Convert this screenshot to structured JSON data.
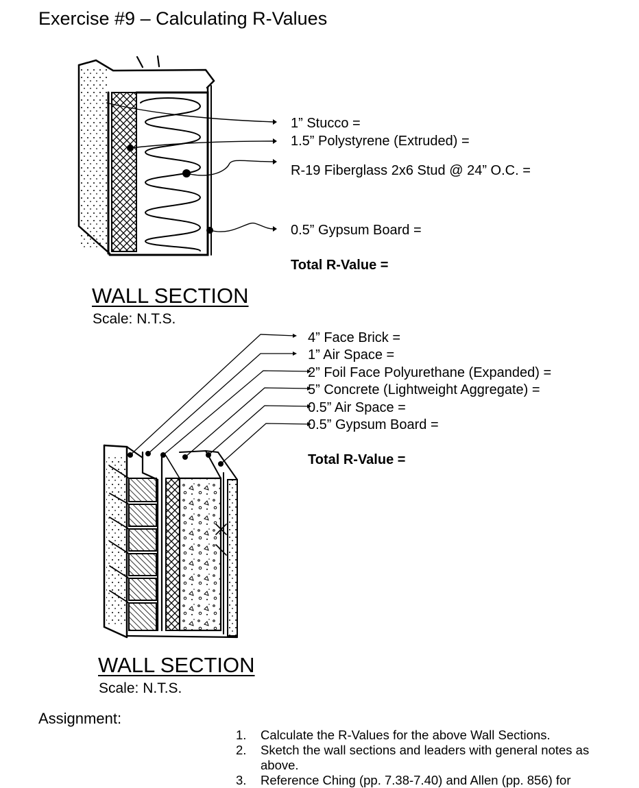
{
  "title": "Exercise #9 – Calculating R-Values",
  "wall_section_1": {
    "labels": [
      "1” Stucco =",
      "1.5” Polystyrene (Extruded) =",
      "R-19 Fiberglass 2x6 Stud @ 24” O.C. =",
      "0.5” Gypsum Board ="
    ],
    "total": "Total R-Value =",
    "heading": "WALL SECTION",
    "scale": "Scale: N.T.S."
  },
  "wall_section_2": {
    "labels": [
      "4” Face Brick =",
      "1” Air Space =",
      "2” Foil Face Polyurethane (Expanded) =",
      "5” Concrete (Lightweight Aggregate) =",
      "0.5” Air Space =",
      "0.5” Gypsum Board ="
    ],
    "total": "Total R-Value =",
    "heading": "WALL SECTION",
    "scale": "Scale: N.T.S."
  },
  "assignment": {
    "heading": "Assignment:",
    "steps": [
      {
        "num": "1.",
        "text": "Calculate the R-Values for the above Wall Sections."
      },
      {
        "num": "2.",
        "text": "Sketch the wall sections and leaders with general notes as above."
      },
      {
        "num": "3.",
        "text": "Reference Ching (pp. 7.38-7.40) and Allen (pp. 856) for"
      }
    ]
  }
}
